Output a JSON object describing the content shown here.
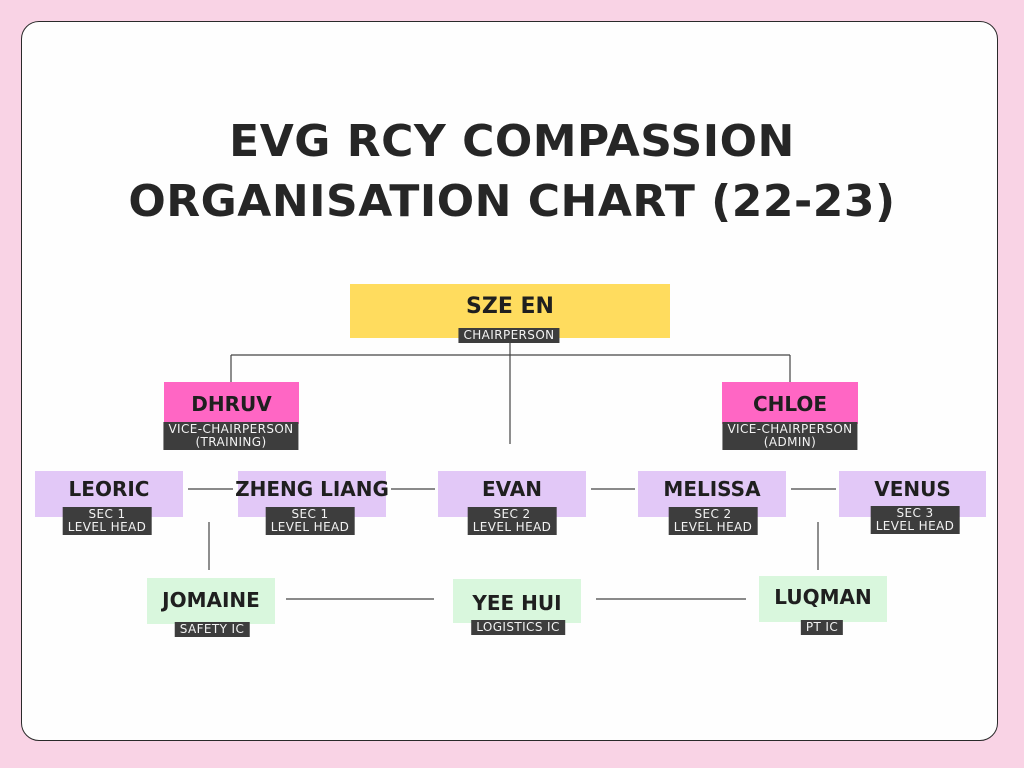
{
  "title": {
    "line1": "EVG RCY COMPASSION",
    "line2": "ORGANISATION CHART (22-23)"
  },
  "colors": {
    "background": "#f9d3e5",
    "chair": "#ffdc5e",
    "vice": "#ff66c4",
    "level_head": "#e2c8f7",
    "ic": "#d9f7dd",
    "tag": "#3d3d3d"
  },
  "nodes": {
    "chair": {
      "name": "SZE EN",
      "role": "CHAIRPERSON"
    },
    "vice_training": {
      "name": "DHRUV",
      "role_l1": "VICE-CHAIRPERSON",
      "role_l2": "(TRAINING)"
    },
    "vice_admin": {
      "name": "CHLOE",
      "role_l1": "VICE-CHAIRPERSON",
      "role_l2": "(ADMIN)"
    },
    "leoric": {
      "name": "LEORIC",
      "role_l1": "SEC 1",
      "role_l2": "LEVEL HEAD"
    },
    "zheng_liang": {
      "name": "ZHENG LIANG",
      "role_l1": "SEC 1",
      "role_l2": "LEVEL HEAD"
    },
    "evan": {
      "name": "EVAN",
      "role_l1": "SEC 2",
      "role_l2": "LEVEL HEAD"
    },
    "melissa": {
      "name": "MELISSA",
      "role_l1": "SEC 2",
      "role_l2": "LEVEL HEAD"
    },
    "venus": {
      "name": "VENUS",
      "role_l1": "SEC 3",
      "role_l2": "LEVEL HEAD"
    },
    "jomaine": {
      "name": "JOMAINE",
      "role": "SAFETY IC"
    },
    "yee_hui": {
      "name": "YEE HUI",
      "role": "LOGISTICS IC"
    },
    "luqman": {
      "name": "LUQMAN",
      "role": "PT IC"
    }
  }
}
